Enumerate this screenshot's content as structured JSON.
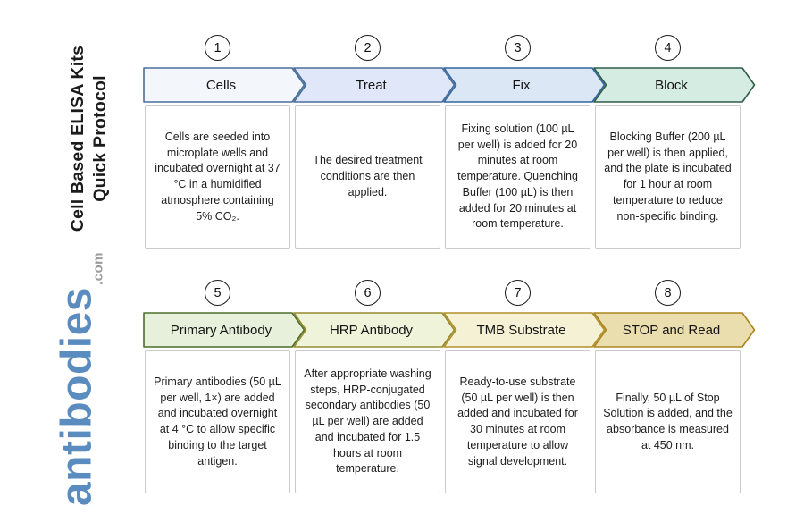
{
  "sidebar": {
    "title_line1": "Cell Based ELISA Kits",
    "title_line2": "Quick Protocol",
    "logo_text": "antibodies",
    "logo_suffix": ".com",
    "logo_color": "#5a8cc0",
    "logo_suffix_color": "#9b9b9b"
  },
  "steps": [
    {
      "number": "1",
      "label": "Cells",
      "fill": "#f3f7fb",
      "border": "#4a6f99",
      "description": "Cells are seeded into microplate wells and incubated overnight at 37 °C in a humidified atmosphere containing 5% CO₂."
    },
    {
      "number": "2",
      "label": "Treat",
      "fill": "#e0e7f8",
      "border": "#4a6f99",
      "description": "The desired treatment conditions are then applied."
    },
    {
      "number": "3",
      "label": "Fix",
      "fill": "#dce7f6",
      "border": "#33659c",
      "description": "Fixing solution (100 µL per well) is added for 20 minutes at room temperature. Quenching Buffer (100 µL) is then added for 20 minutes at room temperature."
    },
    {
      "number": "4",
      "label": "Block",
      "fill": "#d5ece3",
      "border": "#2e5d49",
      "description": "Blocking Buffer (200 µL per well) is then applied, and the plate is incubated for 1 hour at room temperature to reduce non-specific binding."
    },
    {
      "number": "5",
      "label": "Primary Antibody",
      "fill": "#e6f0da",
      "border": "#4c6e2b",
      "description": "Primary antibodies (50 µL per well, 1×) are added and incubated overnight at 4 °C to allow specific binding to the target antigen."
    },
    {
      "number": "6",
      "label": "HRP Antibody",
      "fill": "#eff3da",
      "border": "#958a2e",
      "description": "After appropriate washing steps, HRP-conjugated secondary antibodies (50 µL per well) are added and incubated for 1.5 hours at room temperature."
    },
    {
      "number": "7",
      "label": "TMB Substrate",
      "fill": "#f5f1d5",
      "border": "#b2902c",
      "description": "Ready-to-use substrate (50 µL per well) is then added and incubated for 30 minutes at room temperature to allow signal development."
    },
    {
      "number": "8",
      "label": "STOP and Read",
      "fill": "#eaddae",
      "border": "#aa851e",
      "description": "Finally, 50 µL of Stop Solution is added, and the absorbance is measured at 450 nm."
    }
  ]
}
